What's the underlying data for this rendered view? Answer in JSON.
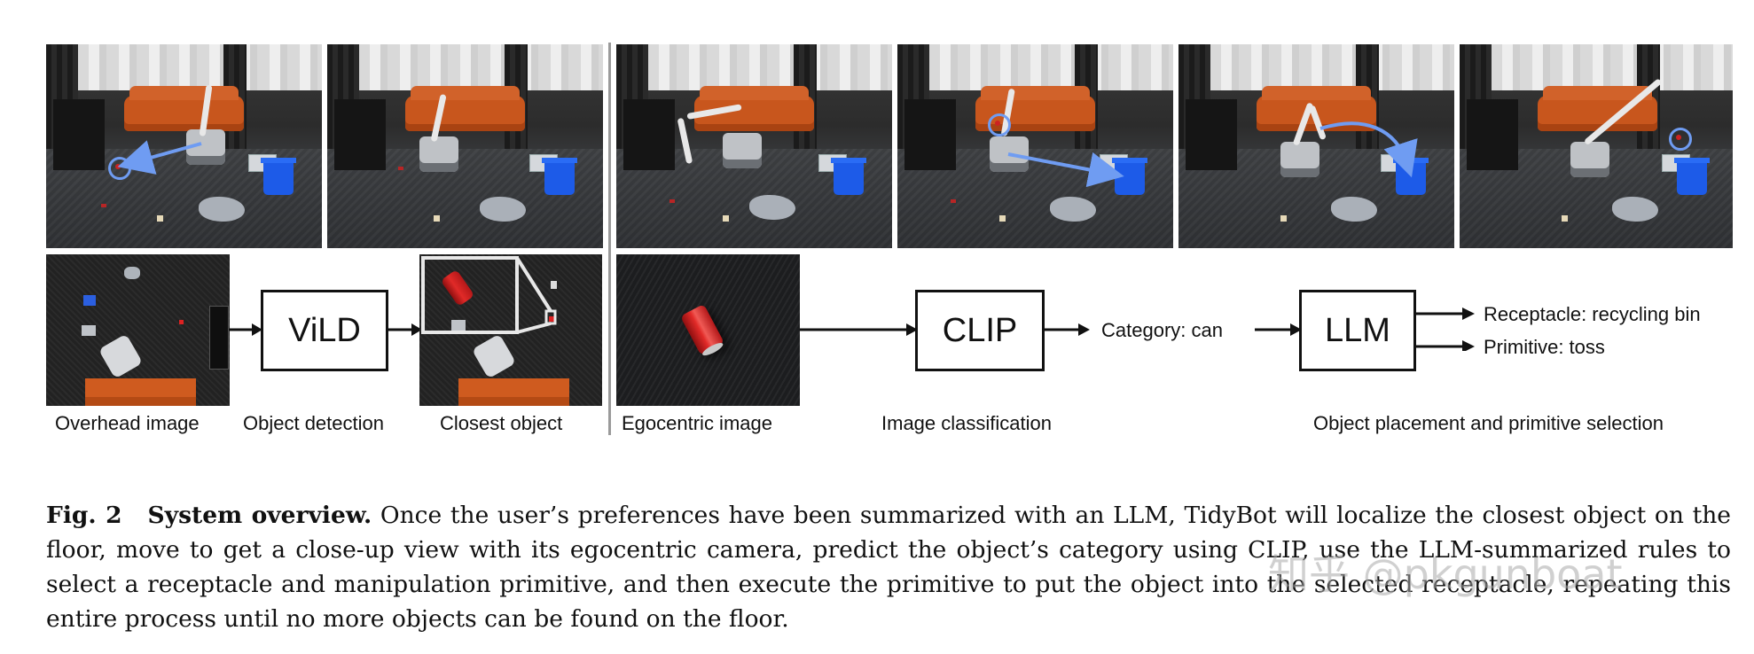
{
  "colors": {
    "arrow_blue": "#6f9cf2",
    "bin_blue": "#1d5be8",
    "sofa_orange": "#c8561d",
    "divider_gray": "#9a9a9a"
  },
  "pipeline": {
    "blocks": {
      "vild": "ViLD",
      "clip": "CLIP",
      "llm": "LLM"
    },
    "stage_labels": {
      "overhead": "Overhead image",
      "object_detection": "Object detection",
      "closest_object": "Closest object",
      "egocentric": "Egocentric image",
      "image_classification": "Image classification",
      "placement": "Object placement and primitive selection"
    },
    "category_text": "Category: can",
    "outputs": {
      "receptacle": "Receptacle: recycling bin",
      "primitive": "Primitive: toss"
    }
  },
  "caption": {
    "figure_label": "Fig. 2",
    "title": "System overview.",
    "body": "Once the user’s preferences have been summarized with an LLM, TidyBot will localize the closest object on the floor, move to get a close-up view with its egocentric camera, predict the object’s category using CLIP, use the LLM-summarized rules to select a receptacle and manipulation primitive, and then execute the primitive to put the object into the selected receptacle, repeating this entire process until no more objects can be found on the floor."
  },
  "watermark": "知乎 @pkgunboat"
}
